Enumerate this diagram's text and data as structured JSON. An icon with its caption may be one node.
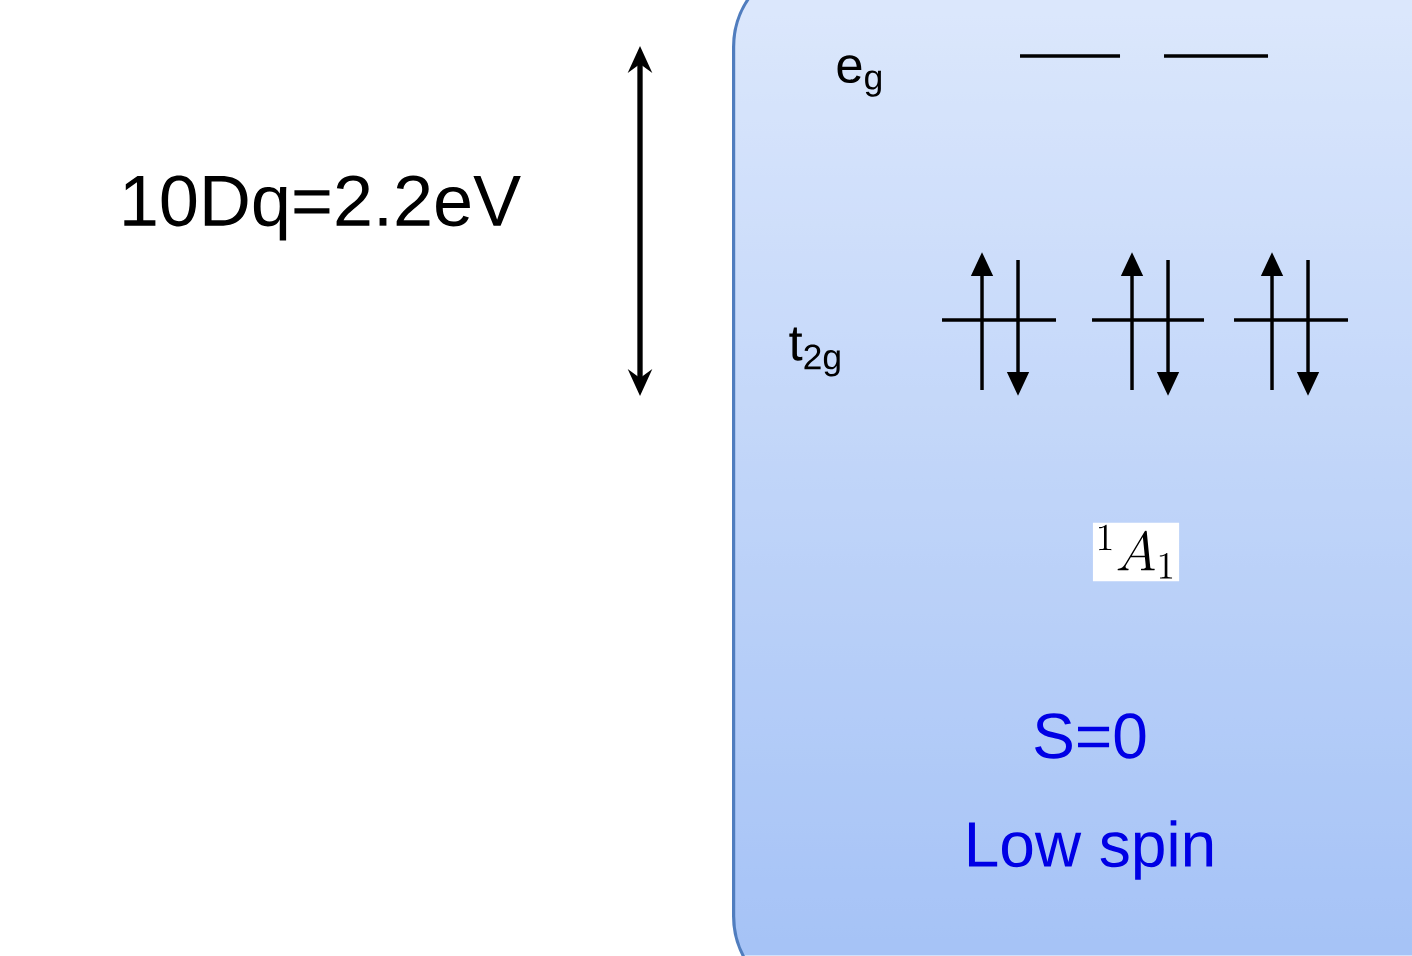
{
  "diagram": {
    "nodes": [
      {
        "text": [
          "e$_{g}$",
          "t$_{2g}$",
          "^1A_1",
          "S=0",
          "Low spin"
        ]
      }
    ],
    "labels": [
      "10Dq=2.2eV"
    ]
  }
}
